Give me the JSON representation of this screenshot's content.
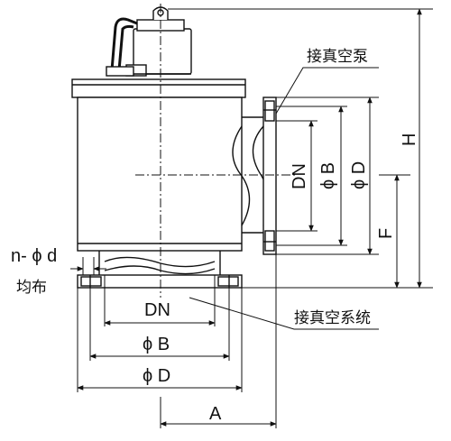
{
  "labels": {
    "vacuum_pump": "接真空泵",
    "vacuum_system": "接真空系统",
    "uniform": "均布",
    "bolt_holes": "n- ϕ d",
    "dn_top": "DN",
    "dn_side": "DN",
    "phi_b_bottom": "ϕ B",
    "phi_d_bottom": "ϕ D",
    "phi_b_side": "ϕ B",
    "phi_d_side": "ϕ D",
    "dim_a": "A",
    "dim_f": "F",
    "dim_h": "H"
  }
}
